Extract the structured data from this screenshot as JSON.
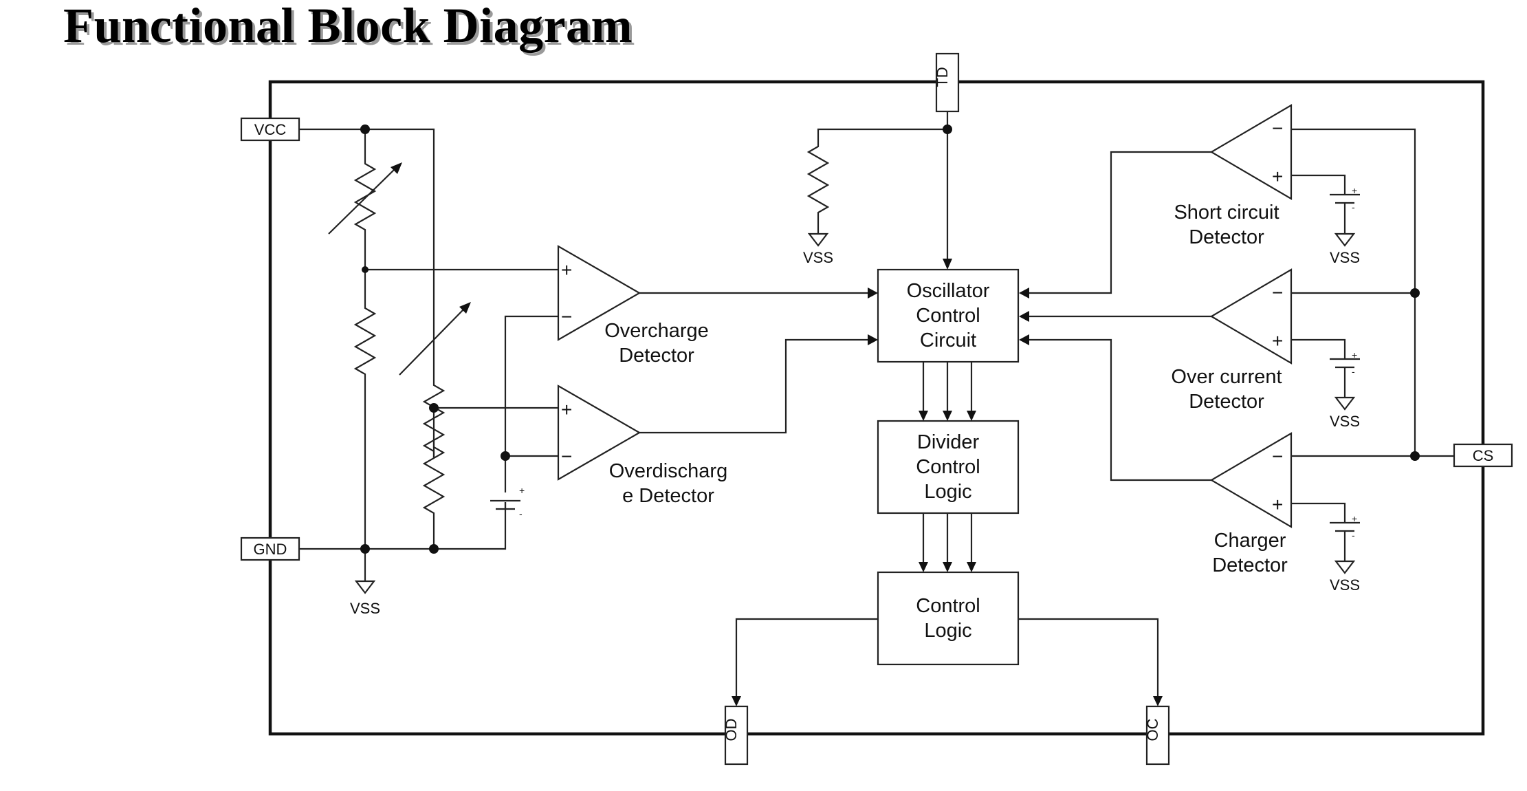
{
  "title": "Functional Block Diagram",
  "pins": {
    "vcc": "VCC",
    "gnd": "GND",
    "td": "TD",
    "cs": "CS",
    "od": "OD",
    "oc": "OC"
  },
  "blocks": {
    "oscillator": [
      "Oscillator",
      "Control",
      "Circuit"
    ],
    "divider": [
      "Divider",
      "Control",
      "Logic"
    ],
    "control": [
      "Control",
      "Logic"
    ]
  },
  "detectors": {
    "overcharge": [
      "Overcharge",
      "Detector"
    ],
    "overdischarge": [
      "Overdischarg",
      "e Detector"
    ],
    "short_circuit": [
      "Short circuit",
      "Detector"
    ],
    "over_current": [
      "Over current",
      "Detector"
    ],
    "charger": [
      "Charger",
      "Detector"
    ]
  },
  "ground_label": "VSS",
  "signs": {
    "plus": "+",
    "minus": "−"
  }
}
